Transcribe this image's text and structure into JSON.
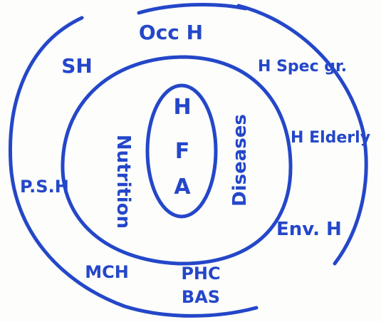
{
  "colors": {
    "ink": "#2447c9",
    "paper": "#fdfdfb"
  },
  "diagram": {
    "core": {
      "letters": [
        "H",
        "F",
        "A"
      ]
    },
    "middle_ring": {
      "left_vertical": "Nutrition",
      "right_vertical": "Diseases"
    },
    "outer_ring": {
      "top": "Occ H",
      "top_left": "SH",
      "top_right": "H Spec gr.",
      "right": "H Elderly",
      "left": "P.S.H",
      "lower_right": "Env. H",
      "bottom_left": "MCH",
      "bottom": "PHC",
      "bottom_lower": "BAS"
    }
  }
}
